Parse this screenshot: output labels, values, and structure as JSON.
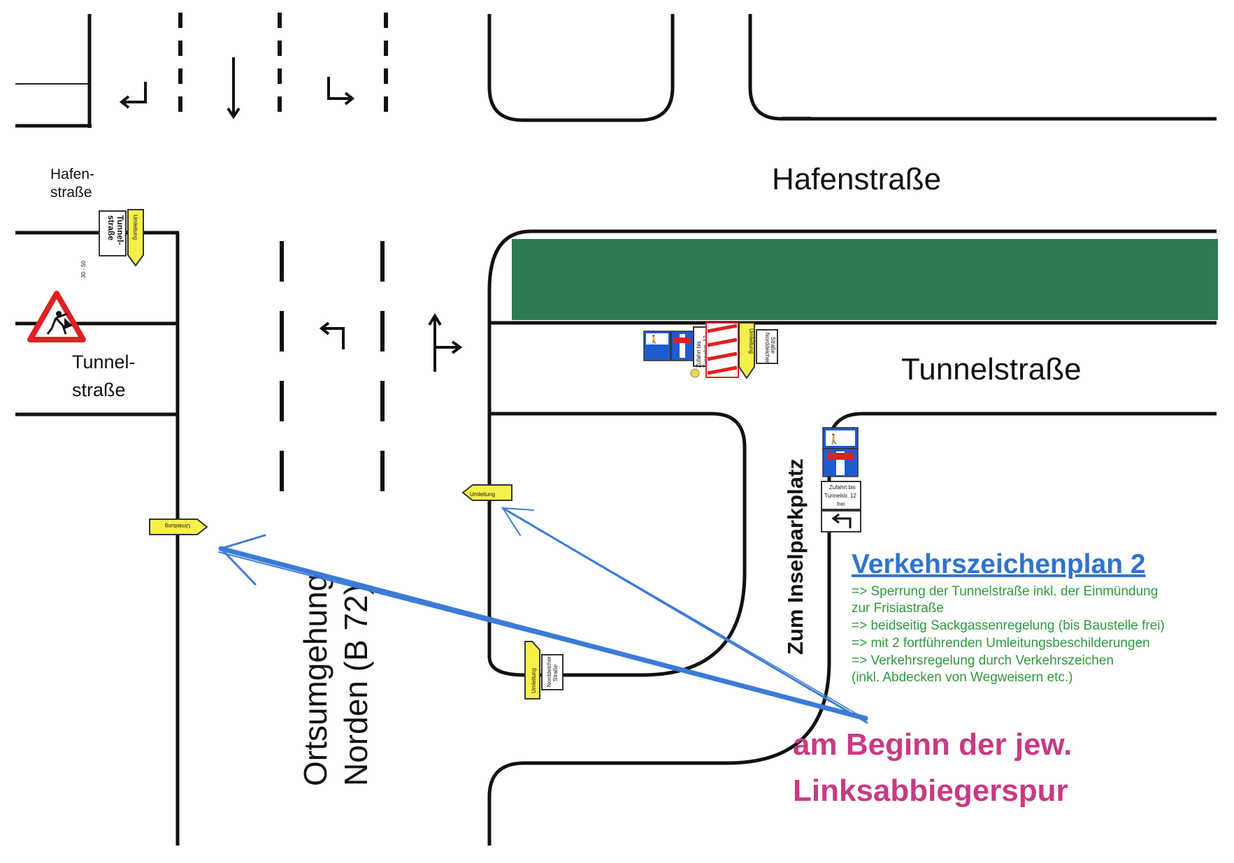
{
  "streets": {
    "hafen_left_1": "Hafen-",
    "hafen_left_2": "straße",
    "tunnel_left_1": "Tunnel-",
    "tunnel_left_2": "straße",
    "hafen_main": "Hafenstraße",
    "tunnel_main": "Tunnelstraße",
    "inselparkplatz": "Zum Inselparkplatz",
    "ortsumgehung_1": "Ortsumgehung",
    "ortsumgehung_2": "Norden (B 72)"
  },
  "signs": {
    "umleitung": "Umleitung",
    "tunnelstrasse_1": "Tunnel-",
    "tunnelstrasse_2": "straße",
    "distance": "30 - 50",
    "zufahrt_1": "Zufahrt bis",
    "zufahrt_2": "Tunnelstr. 12",
    "zufahrt_3": "frei",
    "norddeicher_1": "Norddeicher",
    "norddeicher_2": "Straße"
  },
  "plan": {
    "title": "Verkehrszeichenplan 2",
    "items": [
      "=> Sperrung der Tunnelstraße inkl. der Einmündung",
      "     zur Frisiastraße",
      "=> beidseitig Sackgassenregelung (bis Baustelle frei)",
      "=> mit 2 fortführenden Umleitungsbeschilderungen",
      "=> Verkehrsregelung durch Verkehrszeichen",
      "     (inkl. Abdecken von Wegweisern etc.)"
    ]
  },
  "annotation": {
    "line1": "am Beginn der jew.",
    "line2": "Linksabbiegerspur"
  },
  "colors": {
    "green_area": "#2e7a55",
    "plan_title": "#2e72d2",
    "plan_text": "#2e9a3c",
    "annotation": "#c83a82",
    "arrow": "#3b7bd8",
    "sign_yellow": "#f6f04a"
  }
}
